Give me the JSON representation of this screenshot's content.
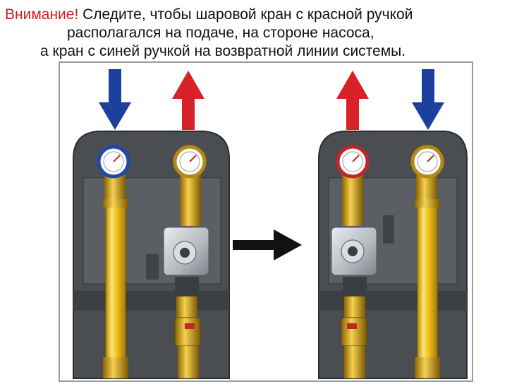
{
  "heading": {
    "warning_word": "Внимание!",
    "line1_rest": " Следите, чтобы шаровой кран с красной ручкой",
    "line2": "располагался на подаче, на стороне насоса,",
    "line3": "а кран с синей ручкой на возвратной линии системы."
  },
  "colors": {
    "warning": "#d21d1d",
    "supply_arrow": "#d72126",
    "return_arrow": "#1d3f9e",
    "pipe_yellow": "#f3c21b",
    "housing": "#4a4d52",
    "transition_arrow": "#111111"
  },
  "icons": {
    "supply": "red-up-arrow-icon",
    "return": "blue-down-arrow-icon",
    "transition": "black-right-arrow-icon",
    "gauge": "thermometer-gauge-icon",
    "valve": "ball-valve-icon"
  }
}
